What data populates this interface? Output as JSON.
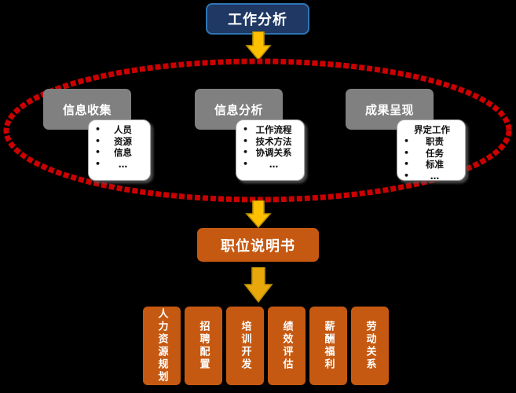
{
  "diagram": {
    "title_box": {
      "label": "工作分析"
    },
    "phases": [
      {
        "name": "信息收集",
        "details": {
          "heading": "",
          "items": [
            "人员",
            "资源",
            "信息",
            "…"
          ]
        }
      },
      {
        "name": "信息分析",
        "details": {
          "heading": "",
          "items": [
            "工作流程",
            "技术方法",
            "协调关系",
            "…"
          ]
        }
      },
      {
        "name": "成果呈现",
        "details": {
          "heading": "界定工作",
          "items": [
            "职责",
            "任务",
            "标准",
            "…"
          ]
        }
      }
    ],
    "result_box": {
      "label": "职位说明书"
    },
    "modules": [
      {
        "label": "人力资源规划"
      },
      {
        "label": "招聘配置"
      },
      {
        "label": "培训开发"
      },
      {
        "label": "绩效评估"
      },
      {
        "label": "薪酬福利"
      },
      {
        "label": "劳动关系"
      }
    ],
    "bullet_glyph": "•",
    "colors": {
      "background": "#000000",
      "title_fill": "#1F3864",
      "title_border": "#2E75B6",
      "phase_fill": "#808080",
      "detail_fill": "#FFFFFF",
      "detail_border": "#A6A6A6",
      "accent_orange": "#C65911",
      "arrow_fill": "#FFC000",
      "arrow_border": "#BF9000",
      "ellipse_stroke": "#CC0000",
      "text_light": "#FFFFFF",
      "text_dark": "#111111"
    }
  }
}
